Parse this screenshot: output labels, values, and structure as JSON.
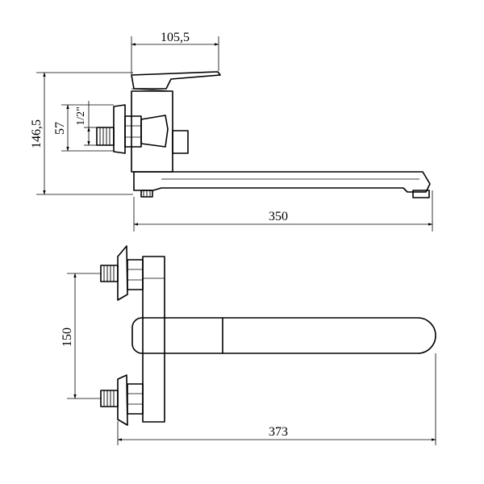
{
  "dimensions": {
    "top_width": "105,5",
    "total_height": "146,5",
    "inlet_height": "57",
    "thread_size": "1/2\"",
    "spout_length": "350",
    "inlet_spacing": "150",
    "total_length": "373"
  }
}
